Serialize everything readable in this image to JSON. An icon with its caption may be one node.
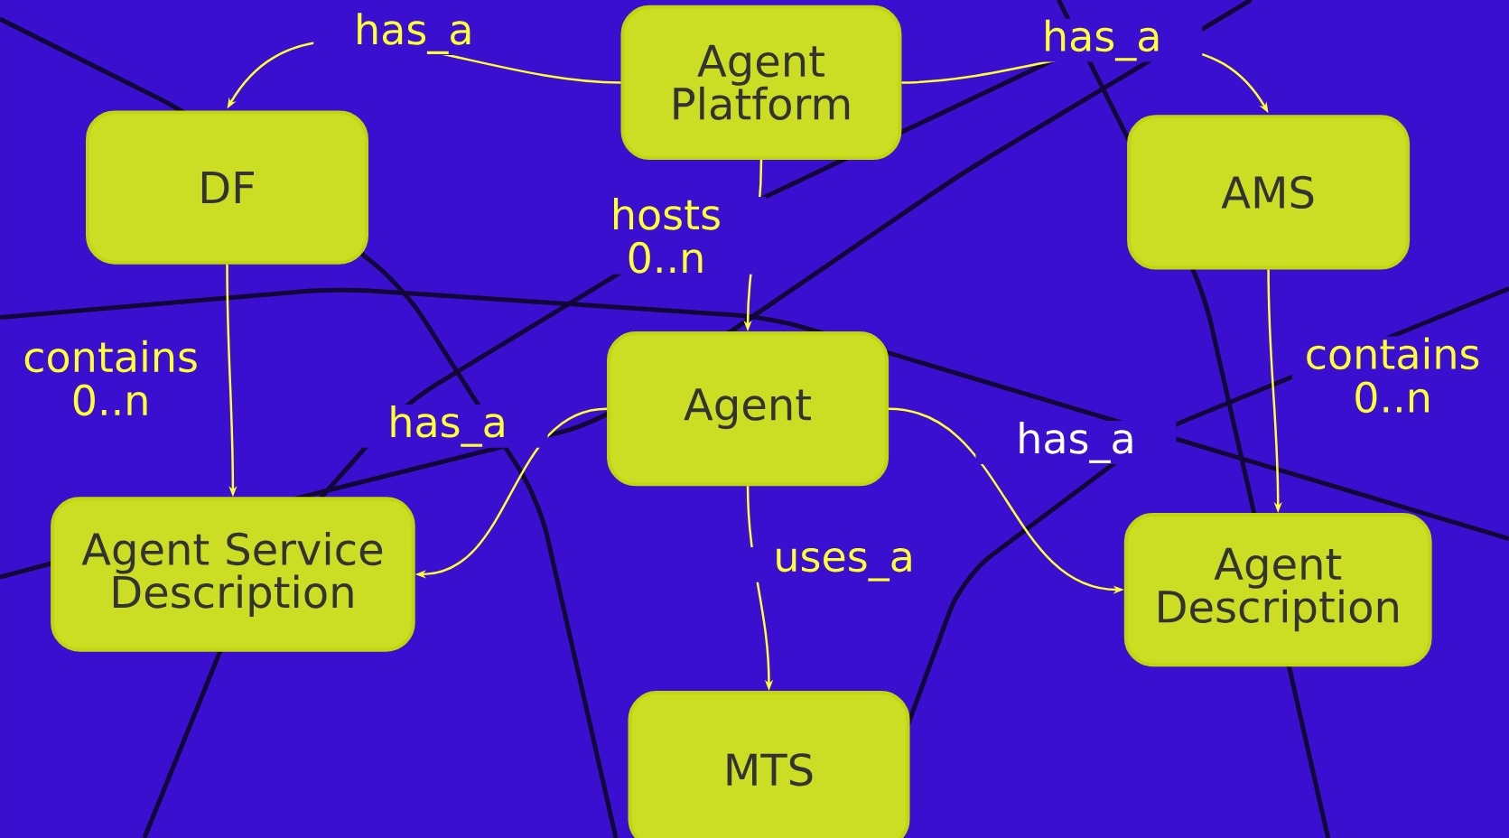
{
  "diagram": {
    "nodes": [
      {
        "text": [
          "Agent Platform"
        ]
      },
      {
        "text": [
          "DF"
        ]
      },
      {
        "text": [
          "AMS"
        ]
      },
      {
        "text": [
          "Agent"
        ]
      },
      {
        "text": [
          "Agent Service Description"
        ]
      },
      {
        "text": [
          "Agent Description"
        ]
      },
      {
        "text": [
          "MTS"
        ]
      }
    ],
    "edges": [
      {
        "from": 0,
        "to": 1,
        "arrow": "to",
        "label": "has_a"
      },
      {
        "from": 0,
        "to": 2,
        "arrow": "to",
        "label": "has_a"
      },
      {
        "from": 0,
        "to": 3,
        "arrow": "to",
        "label": "hosts 0..n"
      },
      {
        "from": 1,
        "to": 4,
        "arrow": "to",
        "label": "contains 0..n"
      },
      {
        "from": 3,
        "to": 4,
        "arrow": "to",
        "label": "has_a"
      },
      {
        "from": 3,
        "to": 5,
        "arrow": "to",
        "label": "has_a"
      },
      {
        "from": 3,
        "to": 6,
        "arrow": "to",
        "label": "uses_a"
      },
      {
        "from": 2,
        "to": 5,
        "arrow": "to",
        "label": "contains 0..n"
      }
    ]
  }
}
